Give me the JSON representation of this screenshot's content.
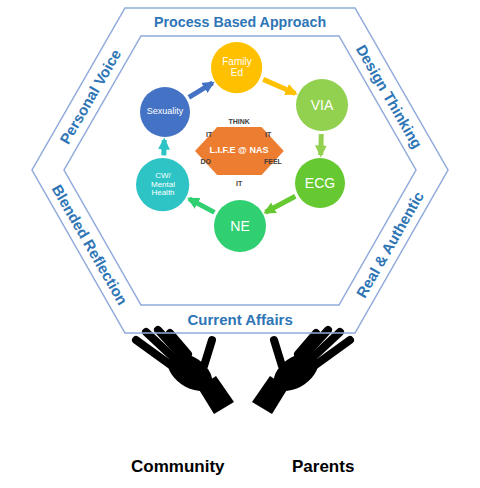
{
  "diagram": {
    "nodes": [
      {
        "text": [
          "Process Based Approach",
          "Design Thinking",
          "Real & Authentic",
          "Current Affairs",
          "Blended Reflection",
          "Personal Voice"
        ]
      },
      {
        "text": [
          "L.I.F.E @ NAS"
        ],
        "in": 0
      },
      {
        "text": [
          "Family Ed"
        ],
        "in": 0
      },
      {
        "text": [
          "VIA"
        ],
        "in": 0
      },
      {
        "text": [
          "ECG"
        ],
        "in": 0
      },
      {
        "text": [
          "NE"
        ],
        "in": 0
      },
      {
        "text": [
          "CW/ Mental Health"
        ],
        "in": 0
      },
      {
        "text": [
          "Sexuality"
        ],
        "in": 0
      }
    ],
    "edges": [
      {
        "from": 2,
        "to": 3,
        "arrow": "to"
      },
      {
        "from": 3,
        "to": 4,
        "arrow": "to"
      },
      {
        "from": 4,
        "to": 5,
        "arrow": "to"
      },
      {
        "from": 5,
        "to": 6,
        "arrow": "to"
      },
      {
        "from": 6,
        "to": 7,
        "arrow": "to"
      },
      {
        "from": 7,
        "to": 2,
        "arrow": "to"
      }
    ],
    "labels": [
      "THINK",
      "IT",
      "FEEL",
      "IT",
      "DO",
      "IT",
      "Community",
      "Parents"
    ]
  }
}
